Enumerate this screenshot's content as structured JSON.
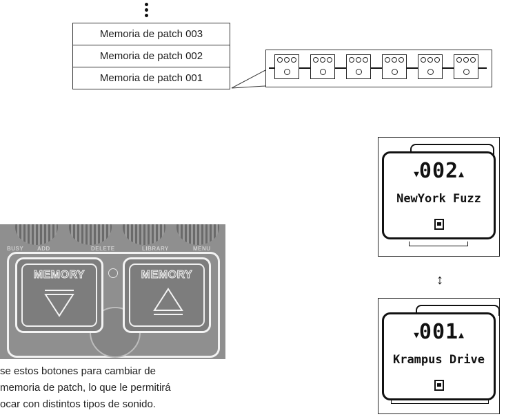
{
  "patch_list": {
    "rows": [
      "Memoria de patch 003",
      "Memoria de patch 002",
      "Memoria de patch 001"
    ]
  },
  "pedal": {
    "knob_labels": [
      "BUSY",
      "ADD",
      "DELETE",
      "LIBRARY",
      "MENU"
    ],
    "left_button": "MEMORY",
    "right_button": "MEMORY"
  },
  "caption": {
    "lines": [
      "se estos botones para cambiar de",
      "memoria de patch, lo que le permitirá",
      "ocar con distintos tipos de sonido."
    ]
  },
  "screens": [
    {
      "number": "002",
      "name": "NewYork Fuzz"
    },
    {
      "number": "001",
      "name": "Krampus Drive"
    }
  ],
  "icons": {
    "ellipsis": "vertical-ellipsis-icon",
    "updown": "up-down-arrow-icon",
    "effect": "effect-pedal-icon"
  }
}
